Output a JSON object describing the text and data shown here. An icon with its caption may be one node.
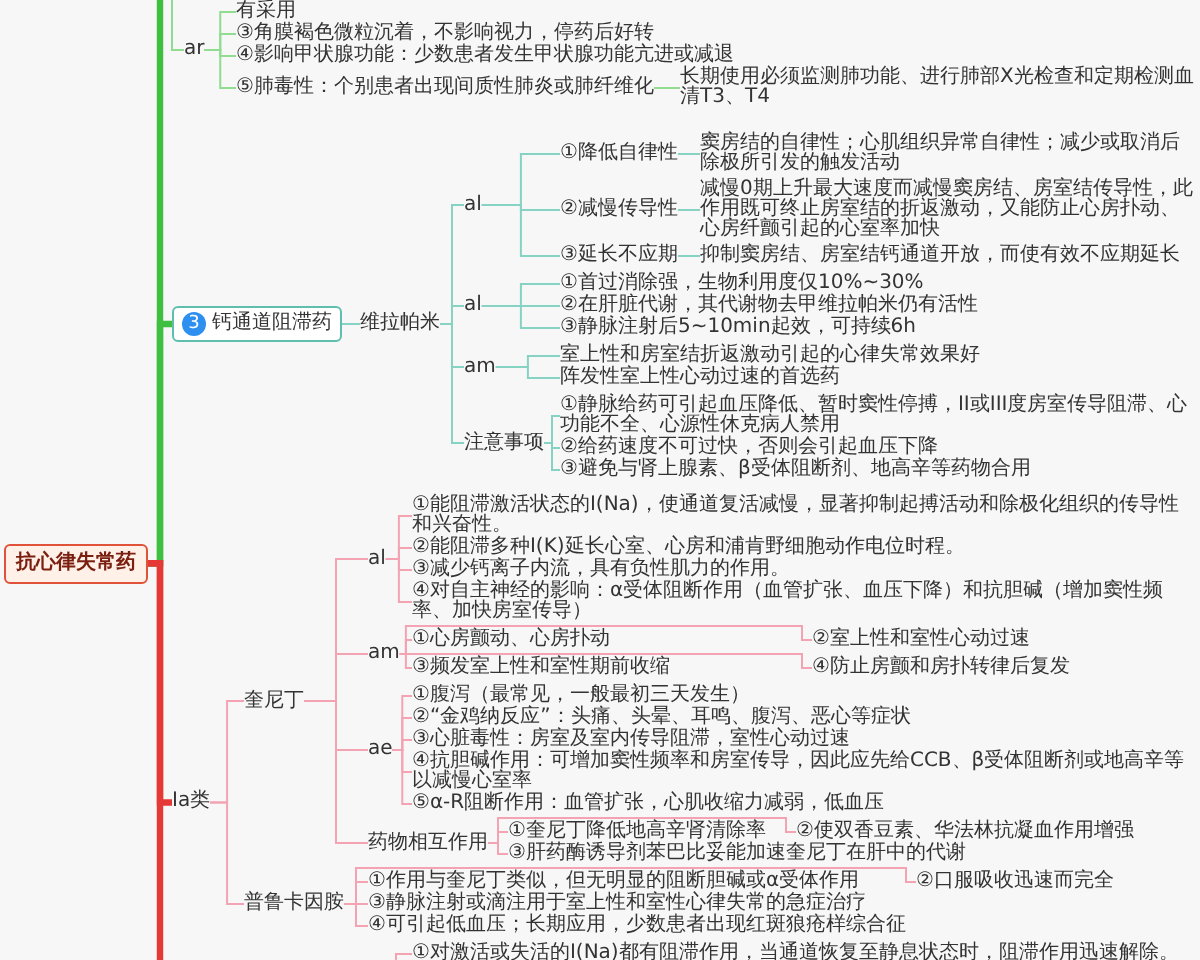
{
  "diagram": {
    "nodes": [
      {
        "text": [
          "抗心律失常药"
        ]
      },
      {
        "text": [
          "ar"
        ]
      },
      {
        "text": [
          "有采用"
        ]
      },
      {
        "text": [
          "③角膜褐色微粒沉着，不影响视力，停药后好转"
        ]
      },
      {
        "text": [
          "④影响甲状腺功能：少数患者发生甲状腺功能亢进或减退"
        ]
      },
      {
        "text": [
          "⑤肺毒性：个别患者出现间质性肺炎或肺纤维化"
        ]
      },
      {
        "text": [
          "长期使用必须监测肺功能、进行肺部X光检查和定期检测血清T3、T4"
        ]
      },
      {
        "text": [
          "3",
          "钙通道阻滞药"
        ]
      },
      {
        "text": [
          "维拉帕米"
        ]
      },
      {
        "text": [
          "al"
        ]
      },
      {
        "text": [
          "①降低自律性"
        ]
      },
      {
        "text": [
          "窦房结的自律性；心肌组织异常自律性；减少或取消后除极所引发的触发活动"
        ]
      },
      {
        "text": [
          "②减慢传导性"
        ]
      },
      {
        "text": [
          "减慢0期上升最大速度而减慢窦房结、房室结传导性，此作用既可终止房室结的折返激动，又能防止心房扑动、心房纤颤引起的心室率加快"
        ]
      },
      {
        "text": [
          "③延长不应期"
        ]
      },
      {
        "text": [
          "抑制窦房结、房室结钙通道开放，而使有效不应期延长"
        ]
      },
      {
        "text": [
          "al"
        ]
      },
      {
        "text": [
          "①首过消除强，生物利用度仅10%~30%"
        ]
      },
      {
        "text": [
          "②在肝脏代谢，其代谢物去甲维拉帕米仍有活性"
        ]
      },
      {
        "text": [
          "③静脉注射后5~10min起效，可持续6h"
        ]
      },
      {
        "text": [
          "am"
        ]
      },
      {
        "text": [
          "室上性和房室结折返激动引起的心律失常效果好"
        ]
      },
      {
        "text": [
          "阵发性室上性心动过速的首选药"
        ]
      },
      {
        "text": [
          "注意事项"
        ]
      },
      {
        "text": [
          "①静脉给药可引起血压降低、暂时窦性停搏，II或III度房室传导阻滞、心功能不全、心源性休克病人禁用"
        ]
      },
      {
        "text": [
          "②给药速度不可过快，否则会引起血压下降"
        ]
      },
      {
        "text": [
          "③避免与肾上腺素、β受体阻断剂、地高辛等药物合用"
        ]
      },
      {
        "text": [
          "Ia类"
        ]
      },
      {
        "text": [
          "奎尼丁"
        ]
      },
      {
        "text": [
          "al"
        ]
      },
      {
        "text": [
          "①能阻滞激活状态的I(Na)，使通道复活减慢，显著抑制起搏活动和除极化组织的传导性和兴奋性。"
        ]
      },
      {
        "text": [
          "②能阻滞多种I(K)延长心室、心房和浦肯野细胞动作电位时程。"
        ]
      },
      {
        "text": [
          "③减少钙离子内流，具有负性肌力的作用。"
        ]
      },
      {
        "text": [
          "④对自主神经的影响：α受体阻断作用（血管扩张、血压下降）和抗胆碱（增加窦性频率、加快房室传导）"
        ]
      },
      {
        "text": [
          "am"
        ]
      },
      {
        "text": [
          "①心房颤动、心房扑动"
        ]
      },
      {
        "text": [
          "②室上性和室性心动过速"
        ]
      },
      {
        "text": [
          "③频发室上性和室性期前收缩"
        ]
      },
      {
        "text": [
          "④防止房颤和房扑转律后复发"
        ]
      },
      {
        "text": [
          "ae"
        ]
      },
      {
        "text": [
          "①腹泻（最常见，一般最初三天发生）"
        ]
      },
      {
        "text": [
          "②“金鸡纳反应”：头痛、头晕、耳鸣、腹泻、恶心等症状"
        ]
      },
      {
        "text": [
          "③心脏毒性：房室及室内传导阻滞，室性心动过速"
        ]
      },
      {
        "text": [
          "④抗胆碱作用：可增加窦性频率和房室传导，因此应先给CCB、β受体阻断剂或地高辛等以减慢心室率"
        ]
      },
      {
        "text": [
          "⑤α-R阻断作用：血管扩张，心肌收缩力减弱，低血压"
        ]
      },
      {
        "text": [
          "药物相互作用"
        ]
      },
      {
        "text": [
          "①奎尼丁降低地高辛肾清除率"
        ]
      },
      {
        "text": [
          "②使双香豆素、华法林抗凝血作用增强"
        ]
      },
      {
        "text": [
          "③肝药酶诱导剂苯巴比妥能加速奎尼丁在肝中的代谢"
        ]
      },
      {
        "text": [
          "普鲁卡因胺"
        ]
      },
      {
        "text": [
          "①作用与奎尼丁类似，但无明显的阻断胆碱或α受体作用"
        ]
      },
      {
        "text": [
          "②口服吸收迅速而完全"
        ]
      },
      {
        "text": [
          "③静脉注射或滴注用于室上性和室性心律失常的急症治疗"
        ]
      },
      {
        "text": [
          "④可引起低血压；长期应用，少数患者出现红斑狼疮样综合征"
        ]
      },
      {
        "text": [
          "①对激活或失活的I(Na)都有阻滞作用，当通道恢复至静息状态时，阻滞作用迅速解除。"
        ]
      }
    ],
    "edges": [
      {
        "from": 0,
        "to": null,
        "arrow": "none",
        "style": "thick",
        "color": "#3fbf3f"
      },
      {
        "from": null,
        "to": 1,
        "arrow": "none",
        "color": "#90dc90"
      },
      {
        "from": 1,
        "to": 2,
        "arrow": "none",
        "color": "#90dc90"
      },
      {
        "from": 1,
        "to": 3,
        "arrow": "none",
        "color": "#90dc90"
      },
      {
        "from": 1,
        "to": 4,
        "arrow": "none",
        "color": "#90dc90"
      },
      {
        "from": 1,
        "to": 5,
        "arrow": "none",
        "color": "#90dc90"
      },
      {
        "from": 5,
        "to": 6,
        "arrow": "none",
        "color": "#90dc90"
      },
      {
        "from": 0,
        "to": 7,
        "arrow": "none",
        "style": "thick",
        "color": "#3fbf3f"
      },
      {
        "from": 7,
        "to": 8,
        "arrow": "none",
        "color": "#86d3c4"
      },
      {
        "from": 8,
        "to": 9,
        "arrow": "none",
        "color": "#86d3c4"
      },
      {
        "from": 8,
        "to": 16,
        "arrow": "none",
        "color": "#86d3c4"
      },
      {
        "from": 8,
        "to": 20,
        "arrow": "none",
        "color": "#86d3c4"
      },
      {
        "from": 8,
        "to": 23,
        "arrow": "none",
        "color": "#86d3c4"
      },
      {
        "from": 9,
        "to": 10,
        "arrow": "none",
        "color": "#86d3c4"
      },
      {
        "from": 9,
        "to": 12,
        "arrow": "none",
        "color": "#86d3c4"
      },
      {
        "from": 9,
        "to": 14,
        "arrow": "none",
        "color": "#86d3c4"
      },
      {
        "from": 10,
        "to": 11,
        "arrow": "none",
        "color": "#86d3c4"
      },
      {
        "from": 12,
        "to": 13,
        "arrow": "none",
        "color": "#86d3c4"
      },
      {
        "from": 14,
        "to": 15,
        "arrow": "none",
        "color": "#86d3c4"
      },
      {
        "from": 16,
        "to": 17,
        "arrow": "none",
        "color": "#86d3c4"
      },
      {
        "from": 16,
        "to": 18,
        "arrow": "none",
        "color": "#86d3c4"
      },
      {
        "from": 16,
        "to": 19,
        "arrow": "none",
        "color": "#86d3c4"
      },
      {
        "from": 20,
        "to": 21,
        "arrow": "none",
        "color": "#86d3c4"
      },
      {
        "from": 20,
        "to": 22,
        "arrow": "none",
        "color": "#86d3c4"
      },
      {
        "from": 23,
        "to": 24,
        "arrow": "none",
        "color": "#86d3c4"
      },
      {
        "from": 23,
        "to": 25,
        "arrow": "none",
        "color": "#86d3c4"
      },
      {
        "from": 23,
        "to": 26,
        "arrow": "none",
        "color": "#86d3c4"
      },
      {
        "from": 0,
        "to": 27,
        "arrow": "none",
        "style": "thick",
        "color": "#e53935"
      },
      {
        "from": 0,
        "to": null,
        "arrow": "none",
        "style": "thick",
        "color": "#e53935"
      },
      {
        "from": 27,
        "to": 28,
        "arrow": "none"
      },
      {
        "from": 27,
        "to": 49,
        "arrow": "none"
      },
      {
        "from": 28,
        "to": 29,
        "arrow": "none"
      },
      {
        "from": 28,
        "to": 34,
        "arrow": "none"
      },
      {
        "from": 28,
        "to": 39,
        "arrow": "none"
      },
      {
        "from": 28,
        "to": 45,
        "arrow": "none"
      },
      {
        "from": 29,
        "to": 30,
        "arrow": "none"
      },
      {
        "from": 29,
        "to": 31,
        "arrow": "none"
      },
      {
        "from": 29,
        "to": 32,
        "arrow": "none"
      },
      {
        "from": 29,
        "to": 33,
        "arrow": "none"
      },
      {
        "from": 34,
        "to": 35,
        "arrow": "none"
      },
      {
        "from": 34,
        "to": 36,
        "arrow": "none"
      },
      {
        "from": 34,
        "to": 37,
        "arrow": "none"
      },
      {
        "from": 34,
        "to": 38,
        "arrow": "none"
      },
      {
        "from": 39,
        "to": 40,
        "arrow": "none"
      },
      {
        "from": 39,
        "to": 41,
        "arrow": "none"
      },
      {
        "from": 39,
        "to": 42,
        "arrow": "none"
      },
      {
        "from": 39,
        "to": 43,
        "arrow": "none"
      },
      {
        "from": 39,
        "to": 44,
        "arrow": "none"
      },
      {
        "from": 45,
        "to": 46,
        "arrow": "none"
      },
      {
        "from": 45,
        "to": 47,
        "arrow": "none"
      },
      {
        "from": 45,
        "to": 48,
        "arrow": "none"
      },
      {
        "from": 49,
        "to": 50,
        "arrow": "none"
      },
      {
        "from": 49,
        "to": 51,
        "arrow": "none"
      },
      {
        "from": 49,
        "to": 52,
        "arrow": "none"
      },
      {
        "from": 49,
        "to": 53,
        "arrow": "none"
      },
      {
        "from": null,
        "to": 54,
        "arrow": "none"
      }
    ]
  }
}
